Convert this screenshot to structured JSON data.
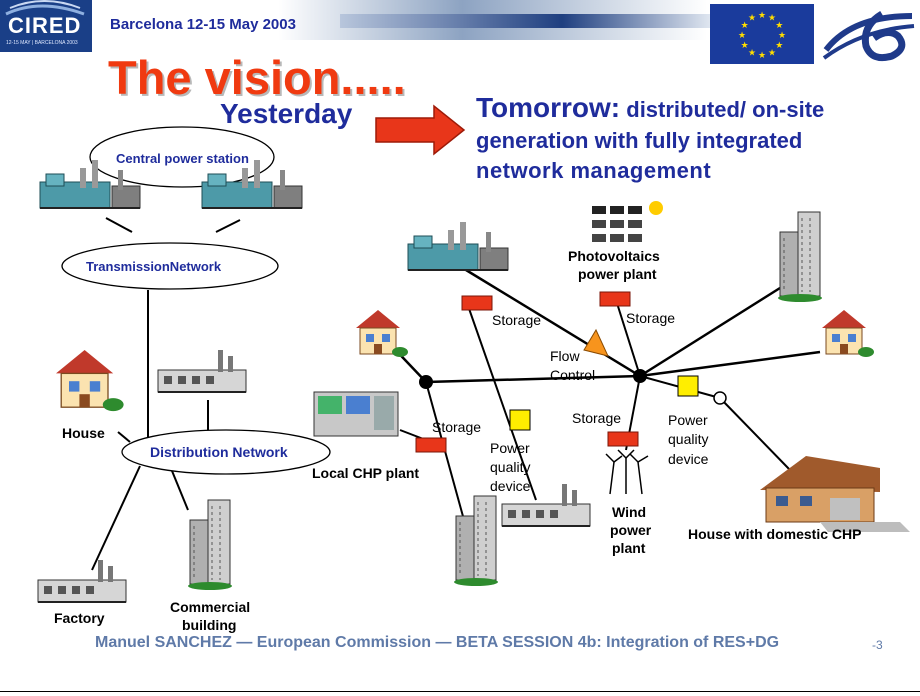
{
  "header": {
    "logo_text": "CIRED",
    "logo_subtext": "12-15 MAY | BARCELONA 2003",
    "event": "Barcelona  12-15 May 2003",
    "eu_logo_icon": "eu-flag-icon",
    "fp6_logo_icon": "fp6-logo-icon"
  },
  "slide": {
    "title": "The vision.....",
    "yesterday": "Yesterday",
    "tomorrow_lead": "Tomorrow:",
    "tomorrow_line1": " distributed/ on-site",
    "tomorrow_line2": "generation with fully integrated",
    "tomorrow_line3": "network management"
  },
  "yesterday_diagram": {
    "central": "Central power station",
    "transmission": "TransmissionNetwork",
    "distribution": "Distribution Network",
    "house": "House",
    "factory": "Factory",
    "commercial_1": "Commercial",
    "commercial_2": "building"
  },
  "tomorrow_diagram": {
    "storage_1": "Storage",
    "storage_2": "Storage",
    "storage_3": "Storage",
    "storage_4": "Storage",
    "flow_1": "Flow",
    "flow_2": "Control",
    "pv_1": "Photovoltaics",
    "pv_2": "power plant",
    "pq_a1": "Power",
    "pq_a2": "quality",
    "pq_a3": "device",
    "pq_b1": "Power",
    "pq_b2": "quality",
    "pq_b3": "device",
    "chp": "Local CHP plant",
    "wind_1": "Wind",
    "wind_2": "power",
    "wind_3": "plant",
    "house_chp": "House with domestic CHP"
  },
  "colors": {
    "title_red": "#f03a10",
    "blue_text": "#1f2c9c",
    "storage_red": "#e8361a",
    "pq_yellow": "#ffee00",
    "flow_orange": "#f7941d"
  },
  "footer": {
    "text": "Manuel SANCHEZ — European Commission —  BETA SESSION 4b: Integration of RES+DG",
    "page": "-3"
  }
}
